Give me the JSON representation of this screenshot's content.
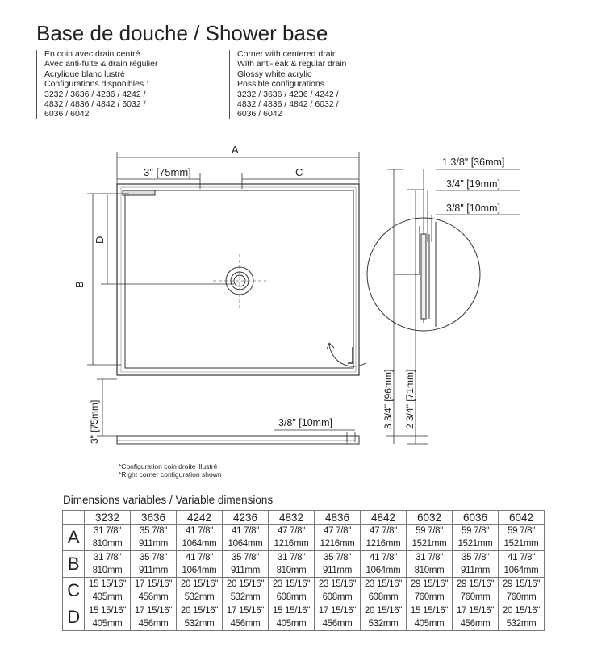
{
  "title": "Base de douche / Shower base",
  "fr": {
    "l1": "En coin avec drain centré",
    "l2": "Avec anti-fuite & drain régulier",
    "l3": "Acrylique blanc lustré",
    "l4": "Configurations disponibles :",
    "l5": "3232 / 3636 / 4236 / 4242 /",
    "l6": "4832 / 4836 / 4842 / 6032 /",
    "l7": "6036 / 6042"
  },
  "en": {
    "l1": "Corner with centered drain",
    "l2": "With anti-leak & regular drain",
    "l3": "Glossy white acrylic",
    "l4": "Possible configurations :",
    "l5": "3232 / 3636 / 4236 / 4242 /",
    "l6": "4832 / 4836 / 4842 / 6032 /",
    "l7": "6036 / 6042"
  },
  "diagram": {
    "A": "A",
    "B": "B",
    "C": "C",
    "D": "D",
    "three_in": "3\" [75mm]",
    "three_in_side": "3\" [75mm]",
    "d36": "1 3/8\" [36mm]",
    "d19": "3/4\" [19mm]",
    "d10": "3/8\" [10mm]",
    "d10b": "3/8\" [10mm]",
    "d96": "3 3/4\" [96mm]",
    "d71": "2 3/4\" [71mm]",
    "note1": "*Configuration coin droite illustré",
    "note2": "*Right corner configuration shown"
  },
  "table": {
    "title": "Dimensions variables / Variable dimensions",
    "headers": [
      "3232",
      "3636",
      "4242",
      "4236",
      "4832",
      "4836",
      "4842",
      "6032",
      "6036",
      "6042"
    ],
    "rows": [
      {
        "label": "A",
        "in": [
          "31 7/8\"",
          "35 7/8\"",
          "41 7/8\"",
          "41 7/8\"",
          "47 7/8\"",
          "47 7/8\"",
          "47 7/8\"",
          "59 7/8\"",
          "59 7/8\"",
          "59 7/8\""
        ],
        "mm": [
          "810mm",
          "911mm",
          "1064mm",
          "1064mm",
          "1216mm",
          "1216mm",
          "1216mm",
          "1521mm",
          "1521mm",
          "1521mm"
        ]
      },
      {
        "label": "B",
        "in": [
          "31 7/8\"",
          "35 7/8\"",
          "41 7/8\"",
          "35 7/8\"",
          "31 7/8\"",
          "35 7/8\"",
          "41 7/8\"",
          "31 7/8\"",
          "35 7/8\"",
          "41 7/8\""
        ],
        "mm": [
          "810mm",
          "911mm",
          "1064mm",
          "911mm",
          "810mm",
          "911mm",
          "1064mm",
          "810mm",
          "911mm",
          "1064mm"
        ]
      },
      {
        "label": "C",
        "in": [
          "15 15/16\"",
          "17 15/16\"",
          "20 15/16\"",
          "20 15/16\"",
          "23 15/16\"",
          "23 15/16\"",
          "23 15/16\"",
          "29 15/16\"",
          "29 15/16\"",
          "29 15/16\""
        ],
        "mm": [
          "405mm",
          "456mm",
          "532mm",
          "532mm",
          "608mm",
          "608mm",
          "608mm",
          "760mm",
          "760mm",
          "760mm"
        ]
      },
      {
        "label": "D",
        "in": [
          "15 15/16\"",
          "17 15/16\"",
          "20 15/16\"",
          "17 15/16\"",
          "15 15/16\"",
          "17 15/16\"",
          "20 15/16\"",
          "15 15/16\"",
          "17 15/16\"",
          "20 15/16\""
        ],
        "mm": [
          "405mm",
          "456mm",
          "532mm",
          "456mm",
          "405mm",
          "456mm",
          "532mm",
          "405mm",
          "456mm",
          "532mm"
        ]
      }
    ]
  }
}
